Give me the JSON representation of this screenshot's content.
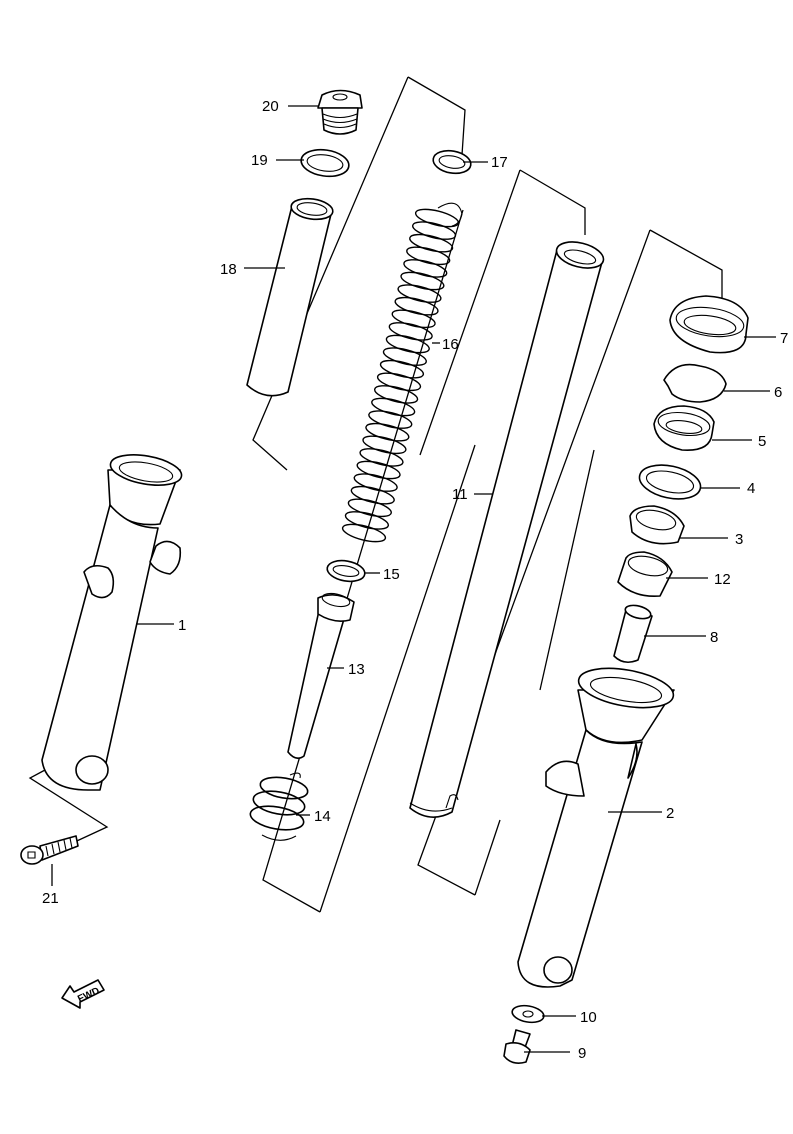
{
  "diagram": {
    "fwd_label": "FWD",
    "callouts": [
      {
        "id": "1",
        "label": "1"
      },
      {
        "id": "2",
        "label": "2"
      },
      {
        "id": "3",
        "label": "3"
      },
      {
        "id": "4",
        "label": "4"
      },
      {
        "id": "5",
        "label": "5"
      },
      {
        "id": "6",
        "label": "6"
      },
      {
        "id": "7",
        "label": "7"
      },
      {
        "id": "8",
        "label": "8"
      },
      {
        "id": "9",
        "label": "9"
      },
      {
        "id": "10",
        "label": "10"
      },
      {
        "id": "11",
        "label": "11"
      },
      {
        "id": "12",
        "label": "12"
      },
      {
        "id": "13",
        "label": "13"
      },
      {
        "id": "14",
        "label": "14"
      },
      {
        "id": "15",
        "label": "15"
      },
      {
        "id": "16",
        "label": "16"
      },
      {
        "id": "17",
        "label": "17"
      },
      {
        "id": "18",
        "label": "18"
      },
      {
        "id": "19",
        "label": "19"
      },
      {
        "id": "20",
        "label": "20"
      },
      {
        "id": "21",
        "label": "21"
      }
    ]
  }
}
